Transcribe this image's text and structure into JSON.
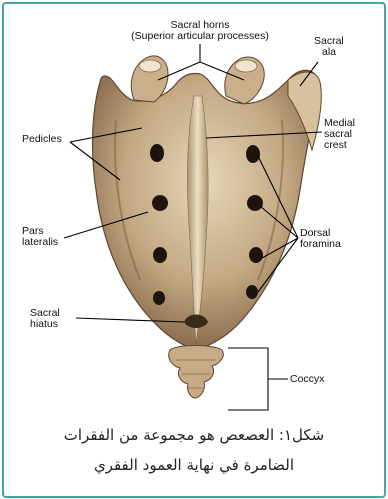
{
  "labels": {
    "sacral_horns_line1": "Sacral horns",
    "sacral_horns_line2": "(Superior articular processes)",
    "sacral_ala_line1": "Sacral",
    "sacral_ala_line2": "ala",
    "pedicles": "Pedicles",
    "medial_sacral_crest_line1": "Medial",
    "medial_sacral_crest_line2": "sacral",
    "medial_sacral_crest_line3": "crest",
    "pars_lateralis_line1": "Pars",
    "pars_lateralis_line2": "lateralis",
    "dorsal_foramina_line1": "Dorsal",
    "dorsal_foramina_line2": "foramina",
    "sacral_hiatus_line1": "Sacral",
    "sacral_hiatus_line2": "hiatus",
    "coccyx": "Coccyx"
  },
  "caption": {
    "line1": "شكل١: العصعص هو مجموعة من الفقرات",
    "line2": "الضامرة في نهاية العمود الفقري"
  },
  "colors": {
    "frame_border": "#43a6aa",
    "bone_light": "#d9c3a0",
    "bone_mid": "#b39670",
    "bone_dark": "#6b5238"
  }
}
